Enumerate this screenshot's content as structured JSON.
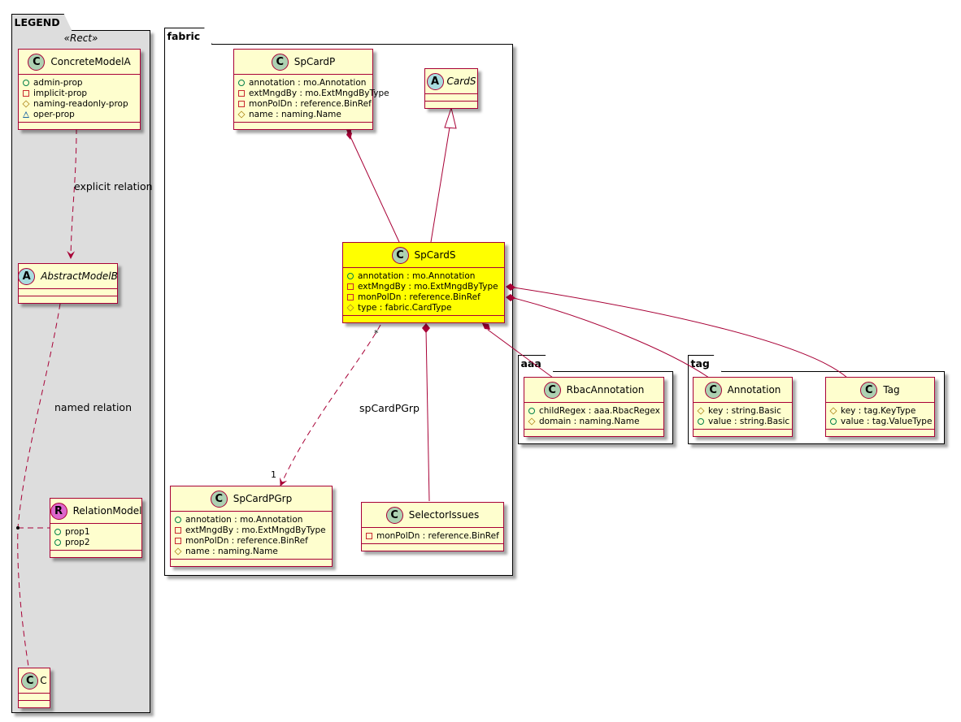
{
  "packages": {
    "legend": {
      "name": "LEGEND",
      "stereotype": "«Rect»"
    },
    "fabric": {
      "name": "fabric"
    },
    "aaa": {
      "name": "aaa"
    },
    "tag": {
      "name": "tag"
    }
  },
  "colors": {
    "class_fill": "#fefece",
    "class_border": "#a80036",
    "highlight_fill": "#ffff00",
    "legend_background": "#dddddd",
    "edge": "#a80036"
  },
  "classes": {
    "concrete_model_a": {
      "badge": "C",
      "name": "ConcreteModelA",
      "attributes": [
        {
          "vis": "public",
          "text": "admin-prop"
        },
        {
          "vis": "private",
          "text": "implicit-prop"
        },
        {
          "vis": "protected",
          "text": "naming-readonly-prop"
        },
        {
          "vis": "package",
          "text": "oper-prop"
        }
      ]
    },
    "abstract_model_b": {
      "badge": "A",
      "name": "AbstractModelB",
      "attributes": []
    },
    "relation_model": {
      "badge": "R",
      "name": "RelationModel",
      "attributes": [
        {
          "vis": "public",
          "text": "prop1"
        },
        {
          "vis": "public",
          "text": "prop2"
        }
      ]
    },
    "c": {
      "badge": "C",
      "name": "C",
      "attributes": []
    },
    "sp_card_p": {
      "badge": "C",
      "name": "SpCardP",
      "attributes": [
        {
          "vis": "public",
          "text": "annotation : mo.Annotation"
        },
        {
          "vis": "private",
          "text": "extMngdBy : mo.ExtMngdByType"
        },
        {
          "vis": "private",
          "text": "monPolDn : reference.BinRef"
        },
        {
          "vis": "protected",
          "text": "name : naming.Name"
        }
      ]
    },
    "card_s": {
      "badge": "A",
      "name": "CardS",
      "attributes": []
    },
    "sp_card_s": {
      "badge": "C",
      "name": "SpCardS",
      "highlighted": true,
      "attributes": [
        {
          "vis": "public",
          "text": "annotation : mo.Annotation"
        },
        {
          "vis": "private",
          "text": "extMngdBy : mo.ExtMngdByType"
        },
        {
          "vis": "private",
          "text": "monPolDn : reference.BinRef"
        },
        {
          "vis": "protected",
          "text": "type : fabric.CardType"
        }
      ]
    },
    "sp_card_p_grp": {
      "badge": "C",
      "name": "SpCardPGrp",
      "attributes": [
        {
          "vis": "public",
          "text": "annotation : mo.Annotation"
        },
        {
          "vis": "private",
          "text": "extMngdBy : mo.ExtMngdByType"
        },
        {
          "vis": "private",
          "text": "monPolDn : reference.BinRef"
        },
        {
          "vis": "protected",
          "text": "name : naming.Name"
        }
      ]
    },
    "selector_issues": {
      "badge": "C",
      "name": "SelectorIssues",
      "attributes": [
        {
          "vis": "private",
          "text": "monPolDn : reference.BinRef"
        }
      ]
    },
    "rbac_annotation": {
      "badge": "C",
      "name": "RbacAnnotation",
      "attributes": [
        {
          "vis": "public",
          "text": "childRegex : aaa.RbacRegex"
        },
        {
          "vis": "protected",
          "text": "domain : naming.Name"
        }
      ]
    },
    "annotation": {
      "badge": "C",
      "name": "Annotation",
      "attributes": [
        {
          "vis": "protected",
          "text": "key : string.Basic"
        },
        {
          "vis": "public",
          "text": "value : string.Basic"
        }
      ]
    },
    "tag": {
      "badge": "C",
      "name": "Tag",
      "attributes": [
        {
          "vis": "protected",
          "text": "key : tag.KeyType"
        },
        {
          "vis": "public",
          "text": "value : tag.ValueType"
        }
      ]
    }
  },
  "relations": {
    "explicit_relation_label": "explicit relation",
    "named_relation_label": "named relation",
    "sp_card_p_grp_label": "spCardPGrp",
    "mult_many": "*",
    "mult_one": "1"
  }
}
